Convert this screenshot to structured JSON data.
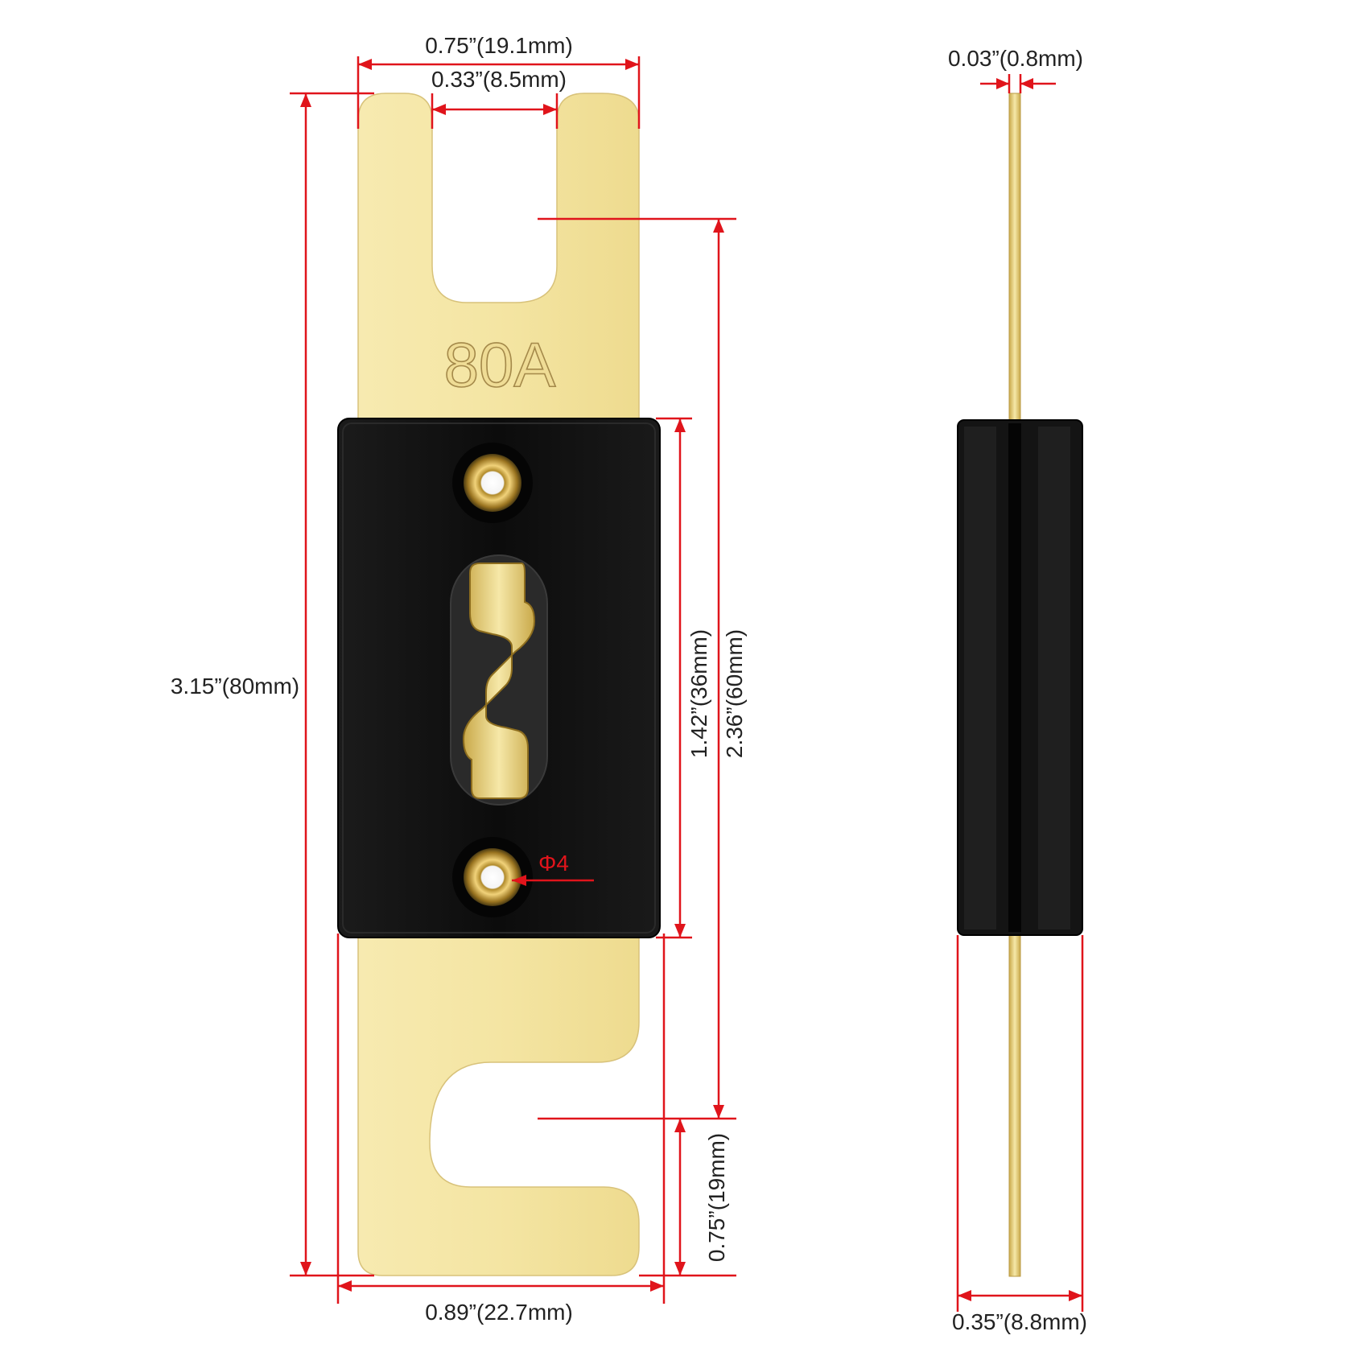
{
  "product": {
    "rating_label": "80A"
  },
  "dimensions": {
    "top_width": "0.75”(19.1mm)",
    "slot_width": "0.33”(8.5mm)",
    "total_length": "3.15”(80mm)",
    "body_height": "1.42”(36mm)",
    "hole_spacing": "2.36”(60mm)",
    "hole_diameter": "Φ4",
    "tab_length": "0.75”(19mm)",
    "body_width": "0.89”(22.7mm)",
    "blade_thickness": "0.03”(0.8mm)",
    "body_depth": "0.35”(8.8mm)"
  },
  "colors": {
    "gold": "#f2e3a0",
    "gold_dark": "#d6b95a",
    "body": "#101010",
    "dimension": "#e0141b"
  }
}
